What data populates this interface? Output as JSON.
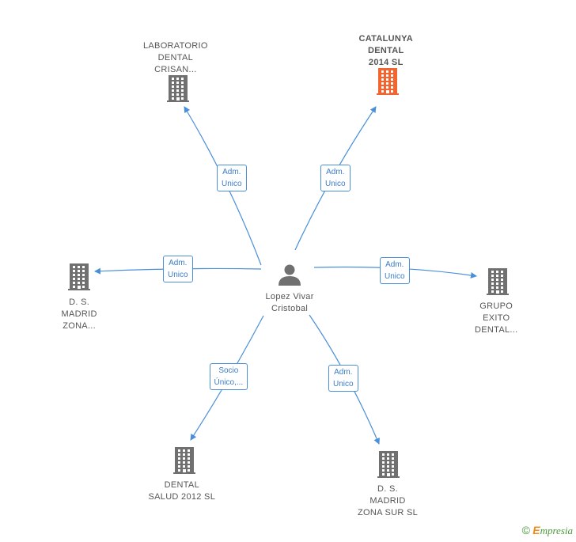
{
  "center": {
    "name_lines": [
      "Lopez Vivar",
      "Cristobal"
    ],
    "icon": "person-icon"
  },
  "nodes": [
    {
      "id": "laboratorio",
      "lines": [
        "LABORATORIO",
        "DENTAL",
        "CRISAN..."
      ],
      "icon": "building-icon",
      "color": "#707070",
      "highlight": false
    },
    {
      "id": "catalunya",
      "lines": [
        "CATALUNYA",
        "DENTAL",
        "2014 SL"
      ],
      "icon": "building-icon",
      "color": "#f26531",
      "highlight": true
    },
    {
      "id": "ds-madrid-zona",
      "lines": [
        "D. S.",
        "MADRID",
        "ZONA..."
      ],
      "icon": "building-icon",
      "color": "#707070",
      "highlight": false
    },
    {
      "id": "grupo-exito",
      "lines": [
        "GRUPO",
        "EXITO",
        "DENTAL..."
      ],
      "icon": "building-icon",
      "color": "#707070",
      "highlight": false
    },
    {
      "id": "dental-salud",
      "lines": [
        "DENTAL",
        "SALUD 2012 SL"
      ],
      "icon": "building-icon",
      "color": "#707070",
      "highlight": false
    },
    {
      "id": "ds-madrid-zona-sur",
      "lines": [
        "D. S.",
        "MADRID",
        "ZONA SUR SL"
      ],
      "icon": "building-icon",
      "color": "#707070",
      "highlight": false
    }
  ],
  "edges": [
    {
      "to": "laboratorio",
      "label_lines": [
        "Adm.",
        "Unico"
      ]
    },
    {
      "to": "catalunya",
      "label_lines": [
        "Adm.",
        "Unico"
      ]
    },
    {
      "to": "ds-madrid-zona",
      "label_lines": [
        "Adm.",
        "Unico"
      ]
    },
    {
      "to": "grupo-exito",
      "label_lines": [
        "Adm.",
        "Unico"
      ]
    },
    {
      "to": "dental-salud",
      "label_lines": [
        "Socio",
        "Único,..."
      ]
    },
    {
      "to": "ds-madrid-zona-sur",
      "label_lines": [
        "Adm.",
        "Unico"
      ]
    }
  ],
  "colors": {
    "edge": "#4a8fd9",
    "building": "#707070",
    "highlight": "#f26531",
    "person": "#707070"
  },
  "footer": {
    "copyright": "©",
    "brand_initial": "E",
    "brand_rest": "mpresia"
  }
}
